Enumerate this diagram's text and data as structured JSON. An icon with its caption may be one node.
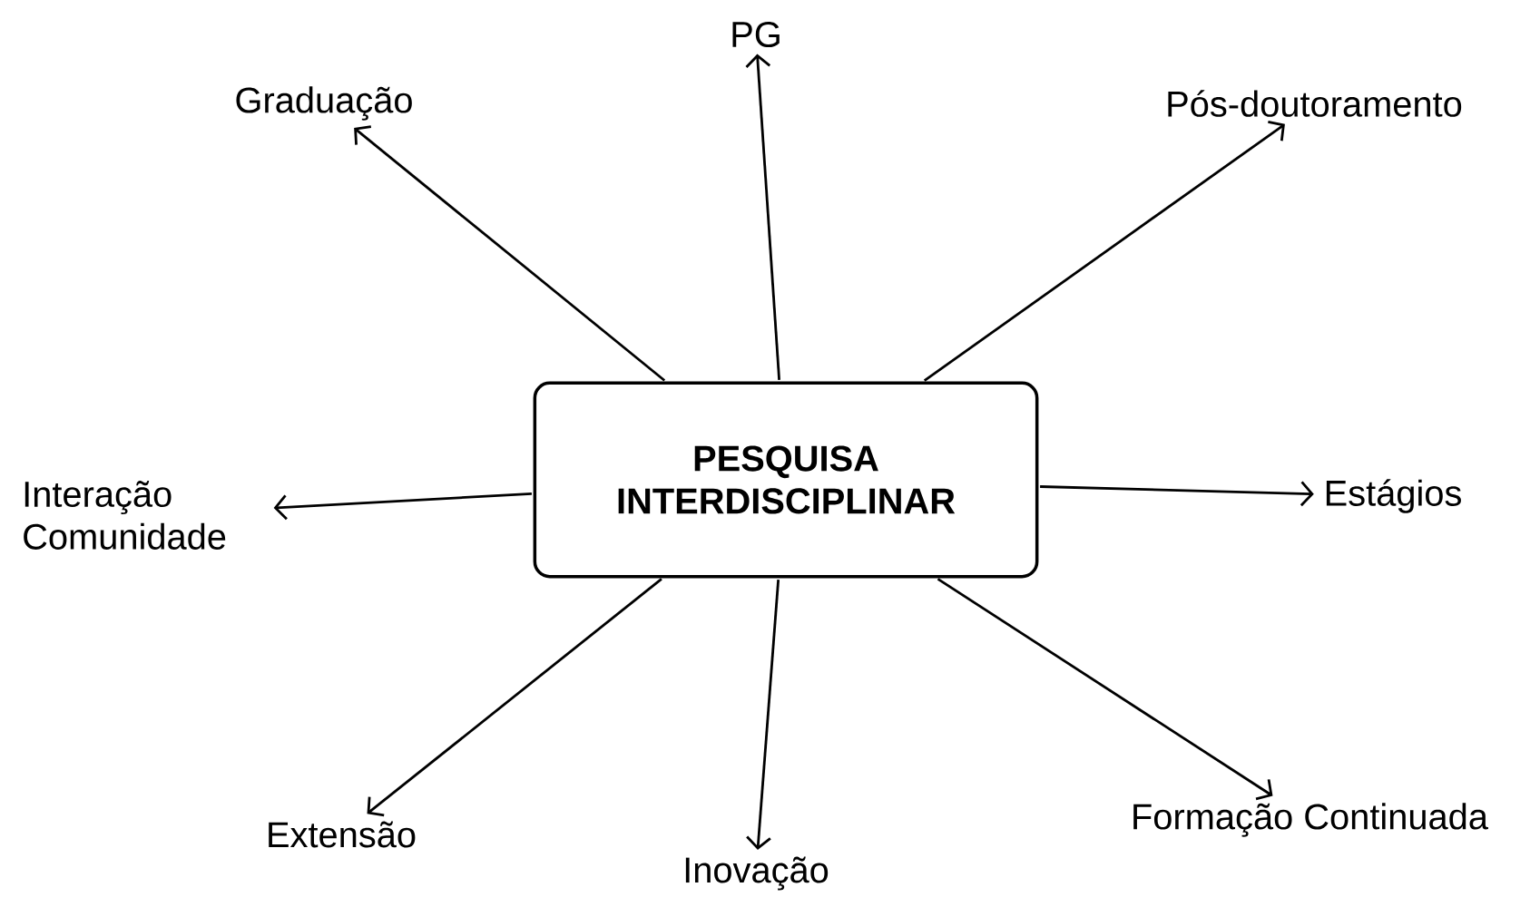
{
  "diagram": {
    "nodes": [
      {
        "text": [
          "PG"
        ]
      },
      {
        "text": [
          "Graduação"
        ]
      },
      {
        "text": [
          "Pós-doutoramento"
        ]
      },
      {
        "text": [
          "Interação Comunidade"
        ]
      },
      {
        "text": [
          "PESQUISA INTERDISCIPLINAR"
        ]
      },
      {
        "text": [
          "Estágios"
        ]
      },
      {
        "text": [
          "Extensão"
        ]
      },
      {
        "text": [
          "Inovação"
        ]
      },
      {
        "text": [
          "Formação Continuada"
        ]
      }
    ],
    "edges": [
      {
        "from": 4,
        "to": 0,
        "arrow": "to"
      },
      {
        "from": 4,
        "to": 1,
        "arrow": "to"
      },
      {
        "from": 4,
        "to": 2,
        "arrow": "to"
      },
      {
        "from": 4,
        "to": 3,
        "arrow": "to"
      },
      {
        "from": 4,
        "to": 5,
        "arrow": "to"
      },
      {
        "from": 4,
        "to": 6,
        "arrow": "to"
      },
      {
        "from": 4,
        "to": 7,
        "arrow": "to"
      },
      {
        "from": 4,
        "to": 8,
        "arrow": "to"
      }
    ]
  }
}
